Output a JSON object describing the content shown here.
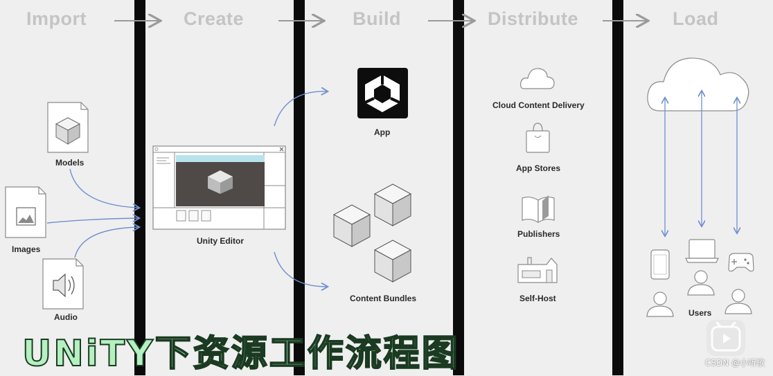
{
  "stages": {
    "import": "Import",
    "create": "Create",
    "build": "Build",
    "distribute": "Distribute",
    "load": "Load"
  },
  "import_items": {
    "models": "Models",
    "images": "Images",
    "audio": "Audio"
  },
  "create_items": {
    "editor": "Unity Editor"
  },
  "build_items": {
    "app": "App",
    "bundles": "Content Bundles"
  },
  "distribute_items": {
    "ccd": "Cloud Content Delivery",
    "app_stores": "App Stores",
    "publishers": "Publishers",
    "self_host": "Self-Host"
  },
  "load_items": {
    "users": "Users"
  },
  "overlay": {
    "title": "UNiTY下资源工作流程图",
    "watermark": "CSDN @小听歌"
  },
  "colors": {
    "background": "#efefef",
    "divider": "#0b0b0b",
    "stage_text": "#c4c4c4",
    "connector_blue": "#6f8fd0",
    "title_fill": "#b4f0c0"
  }
}
